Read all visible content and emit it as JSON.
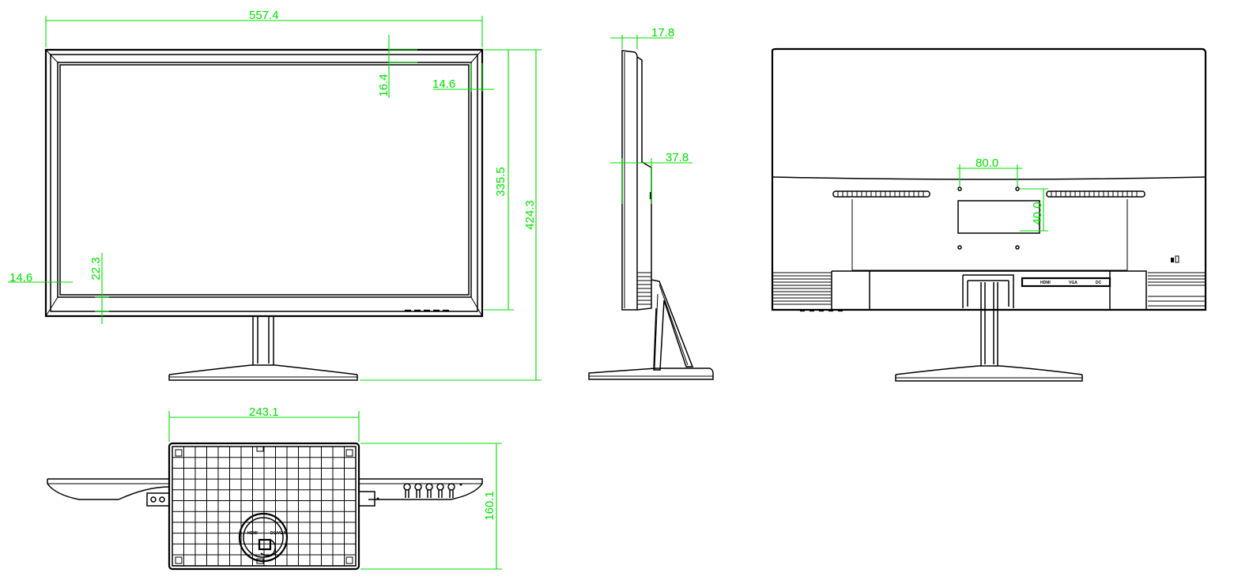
{
  "dimensions": {
    "overall_width": "557.4",
    "overall_height": "424.3",
    "panel_height": "335.5",
    "top_bezel": "16.4",
    "side_bezel_right": "14.6",
    "side_bezel_left": "14.6",
    "bottom_bezel": "22.3",
    "depth_panel": "17.8",
    "depth_back": "37.8",
    "vesa_width": "80.0",
    "vesa_height": "40.0",
    "base_width": "243.1",
    "base_depth": "160.1"
  },
  "labels": {
    "port_hdmi": "HDMI",
    "port_vga": "VGA",
    "port_dc": "DC",
    "base_label_left": "HDMI",
    "base_label_right": "DC/VGA"
  },
  "colors": {
    "line": "#000000",
    "dimension": "#00dd00",
    "background": "#ffffff"
  }
}
